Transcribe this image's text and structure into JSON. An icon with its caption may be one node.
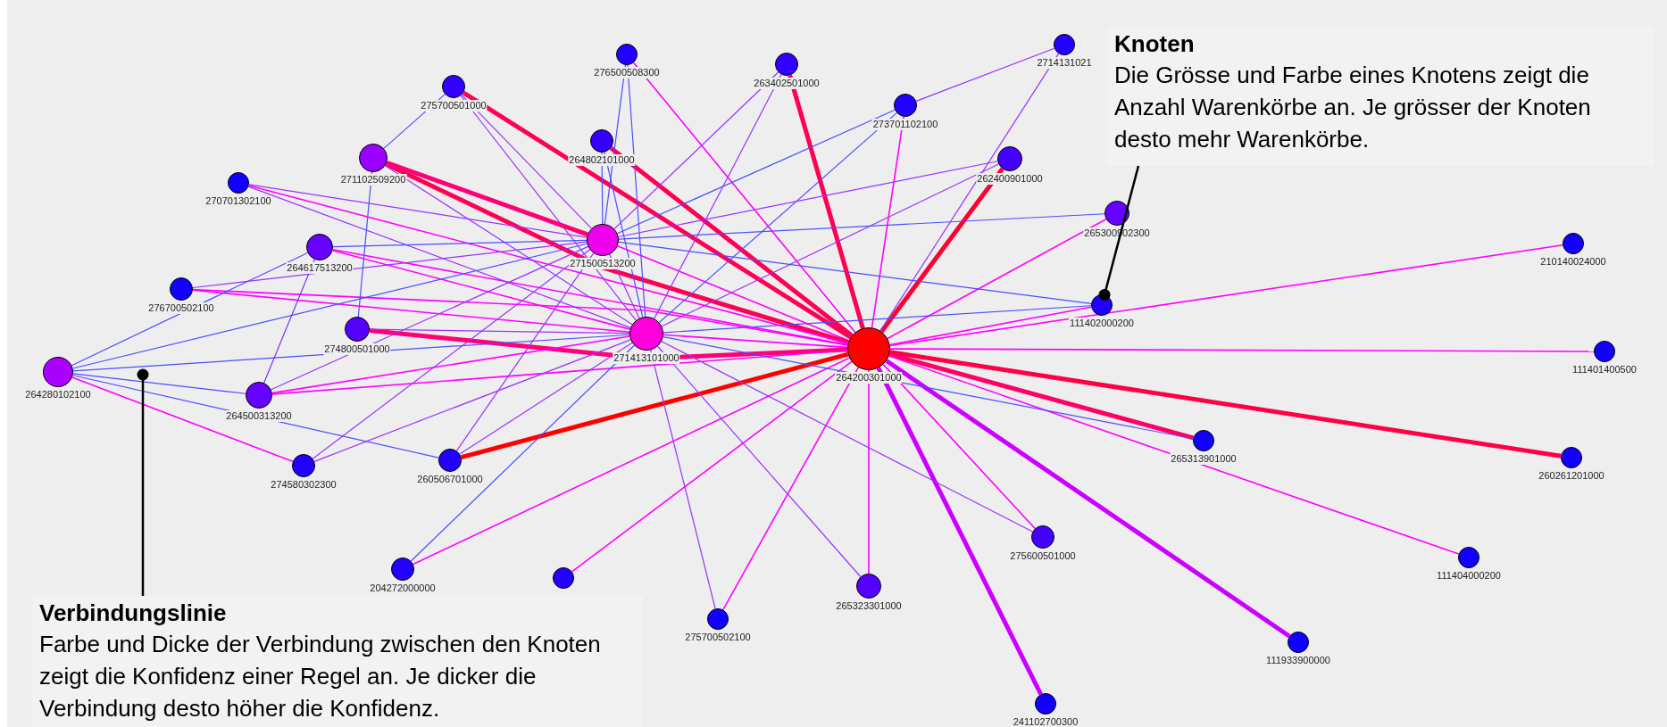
{
  "diagram": {
    "nodes": [
      {
        "text": [
          "Verbindungslinie",
          "Farbe und Dicke der Verbindung zwischen den Knoten zeigt die Konfidenz einer Regel an. Je dicker die Verbindung desto höher die Konfidenz."
        ]
      },
      {
        "text": [
          "Knoten",
          "Die Grösse und Farbe eines Knotens zeigt die Anzahl Warenkörbe an. Je grösser der Knoten desto mehr Warenkörbe."
        ]
      },
      {
        "text": [],
        "shape": "circle",
        "beside": [
          "276500508300"
        ]
      },
      {
        "text": [],
        "shape": "circle",
        "beside": [
          "2714131021"
        ]
      },
      {
        "text": [],
        "shape": "circle",
        "beside": [
          "263402501000"
        ]
      },
      {
        "text": [],
        "shape": "circle",
        "beside": [
          "275700501000"
        ]
      },
      {
        "text": [],
        "shape": "circle",
        "beside": [
          "273701102100"
        ]
      },
      {
        "text": [],
        "shape": "circle",
        "beside": [
          "264802101000"
        ]
      },
      {
        "text": [],
        "shape": "circle",
        "beside": [
          "271102509200"
        ]
      },
      {
        "text": [],
        "shape": "circle",
        "beside": [
          "262400901000"
        ]
      },
      {
        "text": [],
        "shape": "circle",
        "beside": [
          "270701302100"
        ]
      },
      {
        "text": [],
        "shape": "circle",
        "beside": [
          "265300902300"
        ]
      },
      {
        "text": [],
        "shape": "circle",
        "beside": [
          "271500513200"
        ]
      },
      {
        "text": [],
        "shape": "circle",
        "beside": [
          "210140024000"
        ]
      },
      {
        "text": [],
        "shape": "circle",
        "beside": [
          "264617513200"
        ]
      },
      {
        "text": [],
        "shape": "circle",
        "beside": [
          "276700502100"
        ]
      },
      {
        "text": [],
        "shape": "circle",
        "beside": [
          "111402000200"
        ]
      },
      {
        "text": [],
        "shape": "circle",
        "beside": [
          "274800501000"
        ]
      },
      {
        "text": [],
        "shape": "circle",
        "beside": [
          "271413101000"
        ]
      },
      {
        "text": [],
        "shape": "circle",
        "beside": [
          "264200301000"
        ]
      },
      {
        "text": [],
        "shape": "circle",
        "beside": [
          "111401400500"
        ]
      },
      {
        "text": [],
        "shape": "circle",
        "beside": [
          "264280102100"
        ]
      },
      {
        "text": [],
        "shape": "circle",
        "beside": [
          "264500313200"
        ]
      },
      {
        "text": [],
        "shape": "circle",
        "beside": [
          "265313901000"
        ]
      },
      {
        "text": [],
        "shape": "circle",
        "beside": [
          "260261201000"
        ]
      },
      {
        "text": [],
        "shape": "circle",
        "beside": [
          "260506701000"
        ]
      },
      {
        "text": [],
        "shape": "circle",
        "beside": [
          "274580302300"
        ]
      },
      {
        "text": [],
        "shape": "circle",
        "beside": [
          "275600501000"
        ]
      },
      {
        "text": [],
        "shape": "circle",
        "beside": [
          "111404000200"
        ]
      },
      {
        "text": [],
        "shape": "circle",
        "beside": [
          "204272000000"
        ]
      },
      {
        "text": [],
        "shape": "circle",
        "beside": [
          "265323301000"
        ]
      },
      {
        "text": [],
        "shape": "circle"
      },
      {
        "text": [],
        "shape": "circle",
        "beside": [
          "275700502100"
        ]
      },
      {
        "text": [],
        "shape": "circle",
        "beside": [
          "111933900000"
        ]
      },
      {
        "text": [],
        "shape": "circle",
        "beside": [
          "241102700300"
        ]
      }
    ],
    "edges": [
      {
        "from": 0,
        "to": null,
        "arrow": "other",
        "color": "#000000"
      },
      {
        "from": 1,
        "to": 16,
        "arrow": "other",
        "color": "#000000"
      },
      {
        "from": 19,
        "to": 18,
        "arrow": "none"
      },
      {
        "from": 19,
        "to": 12,
        "arrow": "none"
      },
      {
        "from": 19,
        "to": 8,
        "arrow": "none",
        "style": "thick",
        "color": "#ff0055"
      },
      {
        "from": 19,
        "to": 5,
        "arrow": "none",
        "style": "thick",
        "color": "#ff0055"
      },
      {
        "from": 19,
        "to": 7,
        "arrow": "none",
        "style": "thick",
        "color": "#ff0055"
      },
      {
        "from": 19,
        "to": 2,
        "arrow": "none"
      },
      {
        "from": 19,
        "to": 4,
        "arrow": "none",
        "style": "thick",
        "color": "#ff0055"
      },
      {
        "from": 19,
        "to": 6,
        "arrow": "none"
      },
      {
        "from": 19,
        "to": 9,
        "arrow": "none",
        "style": "thick",
        "color": "#ff0033"
      },
      {
        "from": 19,
        "to": 3,
        "arrow": "none",
        "color": "#9933ff"
      },
      {
        "from": 19,
        "to": 11,
        "arrow": "none"
      },
      {
        "from": 19,
        "to": 16,
        "arrow": "none"
      },
      {
        "from": 19,
        "to": 13,
        "arrow": "none"
      },
      {
        "from": 19,
        "to": 20,
        "arrow": "none"
      },
      {
        "from": 19,
        "to": 24,
        "arrow": "none",
        "style": "thick",
        "color": "#ff0044"
      },
      {
        "from": 19,
        "to": 23,
        "arrow": "none",
        "style": "thick",
        "color": "#ff0066"
      },
      {
        "from": 19,
        "to": 28,
        "arrow": "none"
      },
      {
        "from": 19,
        "to": 33,
        "arrow": "none",
        "style": "thick",
        "color": "#cc00ff"
      },
      {
        "from": 19,
        "to": 34,
        "arrow": "none",
        "style": "thick",
        "color": "#cc00ff"
      },
      {
        "from": 19,
        "to": 27,
        "arrow": "none"
      },
      {
        "from": 19,
        "to": 30,
        "arrow": "none"
      },
      {
        "from": 19,
        "to": 32,
        "arrow": "none"
      },
      {
        "from": 19,
        "to": 31,
        "arrow": "none"
      },
      {
        "from": 19,
        "to": 29,
        "arrow": "none"
      },
      {
        "from": 19,
        "to": 25,
        "arrow": "none",
        "style": "thick",
        "color": "#ff0000"
      },
      {
        "from": 19,
        "to": 10,
        "arrow": "none"
      },
      {
        "from": 19,
        "to": 15,
        "arrow": "none"
      },
      {
        "from": 19,
        "to": 17,
        "arrow": "none",
        "style": "thick",
        "color": "#ff0077"
      },
      {
        "from": 19,
        "to": 22,
        "arrow": "none"
      },
      {
        "from": 19,
        "to": 14,
        "arrow": "none"
      },
      {
        "from": 18,
        "to": 12,
        "arrow": "none",
        "color": "#9933ff"
      },
      {
        "from": 18,
        "to": 8,
        "arrow": "none",
        "color": "#9933ff"
      },
      {
        "from": 18,
        "to": 5,
        "arrow": "none",
        "color": "#9933ff"
      },
      {
        "from": 18,
        "to": 2,
        "arrow": "none",
        "color": "#4d4dff"
      },
      {
        "from": 18,
        "to": 7,
        "arrow": "none",
        "color": "#4d4dff"
      },
      {
        "from": 18,
        "to": 4,
        "arrow": "none",
        "color": "#9933ff"
      },
      {
        "from": 18,
        "to": 6,
        "arrow": "none",
        "color": "#4d4dff"
      },
      {
        "from": 18,
        "to": 10,
        "arrow": "none",
        "color": "#9933ff"
      },
      {
        "from": 18,
        "to": 14,
        "arrow": "none"
      },
      {
        "from": 18,
        "to": 15,
        "arrow": "none"
      },
      {
        "from": 18,
        "to": 17,
        "arrow": "none",
        "color": "#9933ff"
      },
      {
        "from": 18,
        "to": 22,
        "arrow": "none"
      },
      {
        "from": 18,
        "to": 21,
        "arrow": "none",
        "color": "#4d4dff"
      },
      {
        "from": 18,
        "to": 25,
        "arrow": "none",
        "color": "#9933ff"
      },
      {
        "from": 18,
        "to": 26,
        "arrow": "none",
        "color": "#9933ff"
      },
      {
        "from": 18,
        "to": 29,
        "arrow": "none",
        "color": "#4d4dff"
      },
      {
        "from": 18,
        "to": 32,
        "arrow": "none",
        "color": "#9933ff"
      },
      {
        "from": 18,
        "to": 30,
        "arrow": "none",
        "color": "#9933ff"
      },
      {
        "from": 18,
        "to": 27,
        "arrow": "none",
        "color": "#9933ff"
      },
      {
        "from": 18,
        "to": 23,
        "arrow": "none",
        "color": "#4d4dff"
      },
      {
        "from": 18,
        "to": 16,
        "arrow": "none",
        "color": "#4d4dff"
      },
      {
        "from": 18,
        "to": 9,
        "arrow": "none",
        "color": "#9933ff"
      },
      {
        "from": 12,
        "to": 5,
        "arrow": "none",
        "color": "#9933ff"
      },
      {
        "from": 12,
        "to": 8,
        "arrow": "none",
        "style": "thick",
        "color": "#ff0077"
      },
      {
        "from": 12,
        "to": 2,
        "arrow": "none",
        "color": "#4d4dff"
      },
      {
        "from": 12,
        "to": 7,
        "arrow": "none",
        "color": "#4d4dff"
      },
      {
        "from": 12,
        "to": 4,
        "arrow": "none",
        "color": "#9933ff"
      },
      {
        "from": 12,
        "to": 6,
        "arrow": "none",
        "color": "#4d4dff"
      },
      {
        "from": 12,
        "to": 9,
        "arrow": "none",
        "color": "#9933ff"
      },
      {
        "from": 12,
        "to": 11,
        "arrow": "none",
        "color": "#4d4dff"
      },
      {
        "from": 12,
        "to": 16,
        "arrow": "none",
        "color": "#4d4dff"
      },
      {
        "from": 12,
        "to": 10,
        "arrow": "none",
        "color": "#9933ff"
      },
      {
        "from": 12,
        "to": 14,
        "arrow": "none",
        "color": "#4d4dff"
      },
      {
        "from": 12,
        "to": 15,
        "arrow": "none",
        "color": "#9933ff"
      },
      {
        "from": 12,
        "to": 21,
        "arrow": "none",
        "color": "#4d4dff"
      },
      {
        "from": 12,
        "to": 22,
        "arrow": "none",
        "color": "#9933ff"
      },
      {
        "from": 12,
        "to": 26,
        "arrow": "none",
        "color": "#9933ff"
      },
      {
        "from": 12,
        "to": 25,
        "arrow": "none",
        "color": "#9933ff"
      },
      {
        "from": 5,
        "to": 8,
        "arrow": "none",
        "color": "#4d4dff"
      },
      {
        "from": 8,
        "to": 17,
        "arrow": "none",
        "color": "#4d4dff"
      },
      {
        "from": 21,
        "to": 14,
        "arrow": "none",
        "color": "#4d4dff"
      },
      {
        "from": 21,
        "to": 22,
        "arrow": "none",
        "color": "#4d4dff"
      },
      {
        "from": 21,
        "to": 25,
        "arrow": "none",
        "color": "#4d4dff"
      },
      {
        "from": 21,
        "to": 26,
        "arrow": "none"
      },
      {
        "from": 14,
        "to": 22,
        "arrow": "none",
        "color": "#7722ff"
      },
      {
        "from": 3,
        "to": 6,
        "arrow": "none",
        "color": "#9933ff"
      }
    ]
  }
}
